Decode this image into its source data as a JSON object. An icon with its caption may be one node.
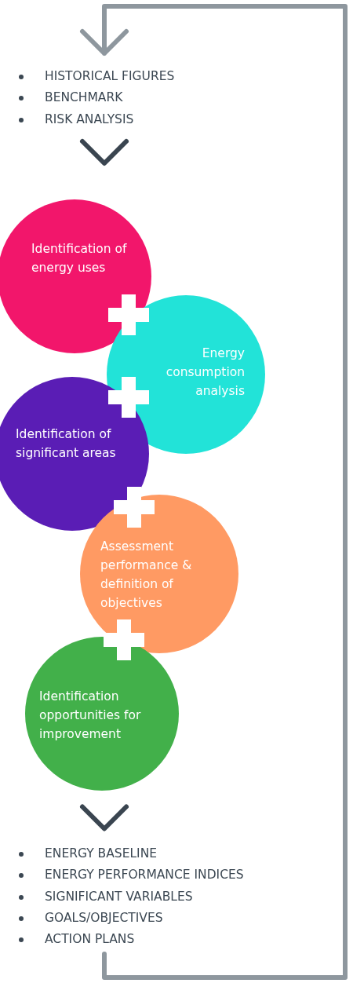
{
  "diagram": {
    "nodes": [
      {
        "text": [
          "HISTORICAL FIGURES",
          "BENCHMARK",
          "RISK ANALYSIS"
        ]
      },
      {
        "text": [
          "Identification of energy uses"
        ]
      },
      {
        "text": [
          "Energy consumption analysis"
        ]
      },
      {
        "text": [
          "Identification of significant areas"
        ]
      },
      {
        "text": [
          "Assessment performance & definition of objectives"
        ]
      },
      {
        "text": [
          "Identification opportunities for improvement"
        ]
      },
      {
        "text": [
          "ENERGY BASELINE",
          "ENERGY PERFORMANCE INDICES",
          "SIGNIFICANT VARIABLES",
          "GOALS/OBJECTIVES",
          "ACTION PLANS"
        ]
      }
    ],
    "edges": [
      {
        "from": 0,
        "to": 1,
        "arrow": "to"
      },
      {
        "from": 5,
        "to": 6,
        "arrow": "to"
      },
      {
        "from": 6,
        "to": 0,
        "arrow": "to",
        "color": "#8e979e"
      }
    ]
  }
}
